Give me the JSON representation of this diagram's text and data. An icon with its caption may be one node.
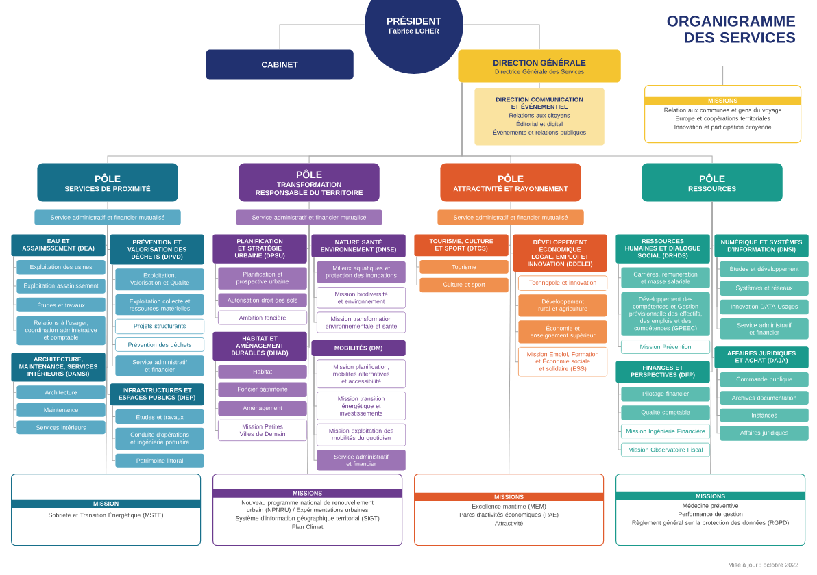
{
  "diagram": {
    "title": "ORGANIGRAMME DES SERVICES",
    "nodes": [
      {
        "text": [
          "PRÉSIDENT",
          "Fabrice LOHER"
        ]
      },
      {
        "text": [
          "CABINET"
        ]
      },
      {
        "text": [
          "DIRECTION GÉNÉRALE",
          "Directrice Générale des Services"
        ]
      },
      {
        "text": [
          "DIRECTION COMMUNICATION ET ÉVÉNEMENTIEL",
          "Relations aux citoyens",
          "Éditorial et digital",
          "Événements et relations publiques"
        ]
      },
      {
        "text": [
          "MISSIONS",
          "Relation aux communes et gens du voyage",
          "Europe et coopérations territoriales",
          "Innovation et participation citoyenne"
        ]
      },
      {
        "text": [
          "PÔLE",
          "SERVICES DE PROXIMITÉ"
        ]
      },
      {
        "text": [
          "PÔLE",
          "TRANSFORMATION RESPONSABLE DU TERRITOIRE"
        ]
      },
      {
        "text": [
          "PÔLE",
          "ATTRACTIVITÉ ET RAYONNEMENT"
        ]
      },
      {
        "text": [
          "PÔLE",
          "RESSOURCES"
        ]
      },
      {
        "text": [
          "Service administratif et financier mutualisé"
        ]
      },
      {
        "text": [
          "EAU ET ASSAINISSEMENT (DEA)"
        ]
      },
      {
        "text": [
          "Exploitation des usines"
        ]
      },
      {
        "text": [
          "Exploitation assainissement"
        ]
      },
      {
        "text": [
          "Études et travaux"
        ]
      },
      {
        "text": [
          "Relations à l'usager, coordination administrative et comptable"
        ]
      },
      {
        "text": [
          "ARCHITECTURE, MAINTENANCE, SERVICES INTÉRIEURS (DAMSI)"
        ]
      },
      {
        "text": [
          "Architecture"
        ]
      },
      {
        "text": [
          "Maintenance"
        ]
      },
      {
        "text": [
          "Services intérieurs"
        ]
      },
      {
        "text": [
          "PRÉVENTION ET VALORISATION DES DÉCHETS (DPVD)"
        ]
      },
      {
        "text": [
          "Exploitation, Valorisation et Qualité"
        ]
      },
      {
        "text": [
          "Exploitation collecte et ressources matérielles"
        ]
      },
      {
        "text": [
          "Projets structurants"
        ]
      },
      {
        "text": [
          "Prévention des déchets"
        ]
      },
      {
        "text": [
          "Service administratif et financier"
        ]
      },
      {
        "text": [
          "INFRASTRUCTURES ET ESPACES PUBLICS (DIEP)"
        ]
      },
      {
        "text": [
          "Études et travaux"
        ]
      },
      {
        "text": [
          "Conduite d'opérations et ingénierie portuaire"
        ]
      },
      {
        "text": [
          "Patrimoine littoral"
        ]
      },
      {
        "text": [
          "MISSION",
          "Sobriété et Transition Énergétique (MSTE)"
        ]
      },
      {
        "text": [
          "Service administratif et financier mutualisé"
        ]
      },
      {
        "text": [
          "PLANIFICATION ET STRATÉGIE URBAINE (DPSU)"
        ]
      },
      {
        "text": [
          "Planification et prospective urbaine"
        ]
      },
      {
        "text": [
          "Autorisation droit des sols"
        ]
      },
      {
        "text": [
          "Ambition foncière"
        ]
      },
      {
        "text": [
          "HABITAT ET AMÉNAGEMENT DURABLES (DHAD)"
        ]
      },
      {
        "text": [
          "Habitat"
        ]
      },
      {
        "text": [
          "Foncier patrimoine"
        ]
      },
      {
        "text": [
          "Aménagement"
        ]
      },
      {
        "text": [
          "Mission Petites Villes de Demain"
        ]
      },
      {
        "text": [
          "NATURE SANTÉ ENVIRONNEMENT (DNSE)"
        ]
      },
      {
        "text": [
          "Milieux aquatiques et protection des inondations"
        ]
      },
      {
        "text": [
          "Mission biodiversité et environnement"
        ]
      },
      {
        "text": [
          "Mission transformation environnementale et santé"
        ]
      },
      {
        "text": [
          "MOBILITÉS (DM)"
        ]
      },
      {
        "text": [
          "Mission planification, mobilités alternatives et accessibilité"
        ]
      },
      {
        "text": [
          "Mission transition énergétique et investissements"
        ]
      },
      {
        "text": [
          "Mission exploitation des mobilités du quotidien"
        ]
      },
      {
        "text": [
          "Service administratif et financier"
        ]
      },
      {
        "text": [
          "MISSIONS",
          "Nouveau programme national de renouvellement urbain (NPNRU) / Expérimentations urbaines",
          "Système d'information géographique territorial (SIGT)",
          "Plan Climat"
        ]
      },
      {
        "text": [
          "Service administratif et financier mutualisé"
        ]
      },
      {
        "text": [
          "TOURISME, CULTURE ET SPORT (DTCS)"
        ]
      },
      {
        "text": [
          "Tourisme"
        ]
      },
      {
        "text": [
          "Culture et sport"
        ]
      },
      {
        "text": [
          "DÉVELOPPEMENT ÉCONOMIQUE LOCAL, EMPLOI ET INNOVATION (DDELEI)"
        ]
      },
      {
        "text": [
          "Technopole et innovation"
        ]
      },
      {
        "text": [
          "Développement rural et agriculture"
        ]
      },
      {
        "text": [
          "Économie et enseignement supérieur"
        ]
      },
      {
        "text": [
          "Mission Emploi, Formation et Économie sociale et solidaire (ESS)"
        ]
      },
      {
        "text": [
          "MISSIONS",
          "Excellence maritime (MEM)",
          "Parcs d'activités économiques (PAE)",
          "Attractivité"
        ]
      },
      {
        "text": [
          "RESSOURCES HUMAINES ET DIALOGUE SOCIAL (DRHDS)"
        ]
      },
      {
        "text": [
          "Carrières, rémunération et masse salariale"
        ]
      },
      {
        "text": [
          "Développement des compétences et Gestion prévisionnelle des effectifs, des emplois et des compétences (GPEEC)"
        ]
      },
      {
        "text": [
          "Mission Prévention"
        ]
      },
      {
        "text": [
          "FINANCES ET PERSPECTIVES (DFP)"
        ]
      },
      {
        "text": [
          "Pilotage financier"
        ]
      },
      {
        "text": [
          "Qualité comptable"
        ]
      },
      {
        "text": [
          "Mission Ingénierie Financière"
        ]
      },
      {
        "text": [
          "Mission Observatoire Fiscal"
        ]
      },
      {
        "text": [
          "NUMÉRIQUE ET SYSTÈMES D'INFORMATION (DNSI)"
        ]
      },
      {
        "text": [
          "Études et développement"
        ]
      },
      {
        "text": [
          "Systèmes et réseaux"
        ]
      },
      {
        "text": [
          "Innovation DATA Usages"
        ]
      },
      {
        "text": [
          "Service administratif et financier"
        ]
      },
      {
        "text": [
          "AFFAIRES JURIDIQUES ET ACHAT (DAJA)"
        ]
      },
      {
        "text": [
          "Commande publique"
        ]
      },
      {
        "text": [
          "Archives documentation"
        ]
      },
      {
        "text": [
          "Instances"
        ]
      },
      {
        "text": [
          "Affaires juridiques"
        ]
      },
      {
        "text": [
          "MISSIONS",
          "Médecine préventive",
          "Performance de gestion",
          "Règlement général sur la protection des données (RGPD)"
        ]
      }
    ],
    "edges": [
      {
        "from": 0,
        "to": 1,
        "arrow": "none"
      },
      {
        "from": 0,
        "to": 2,
        "arrow": "none"
      },
      {
        "from": 2,
        "to": 3,
        "arrow": "none"
      },
      {
        "from": 2,
        "to": 4,
        "arrow": "none"
      },
      {
        "from": 2,
        "to": 5,
        "arrow": "none"
      },
      {
        "from": 2,
        "to": 6,
        "arrow": "none"
      },
      {
        "from": 2,
        "to": 7,
        "arrow": "none"
      },
      {
        "from": 2,
        "to": 8,
        "arrow": "none"
      },
      {
        "from": 5,
        "to": 9,
        "arrow": "none"
      },
      {
        "from": 9,
        "to": 10,
        "arrow": "none"
      },
      {
        "from": 10,
        "to": 11,
        "arrow": "none"
      },
      {
        "from": 10,
        "to": 12,
        "arrow": "none"
      },
      {
        "from": 10,
        "to": 13,
        "arrow": "none"
      },
      {
        "from": 10,
        "to": 14,
        "arrow": "none"
      },
      {
        "from": 9,
        "to": 15,
        "arrow": "none"
      },
      {
        "from": 15,
        "to": 16,
        "arrow": "none"
      },
      {
        "from": 15,
        "to": 17,
        "arrow": "none"
      },
      {
        "from": 15,
        "to": 18,
        "arrow": "none"
      },
      {
        "from": 9,
        "to": 19,
        "arrow": "none"
      },
      {
        "from": 19,
        "to": 20,
        "arrow": "none"
      },
      {
        "from": 19,
        "to": 21,
        "arrow": "none"
      },
      {
        "from": 19,
        "to": 22,
        "arrow": "none"
      },
      {
        "from": 19,
        "to": 23,
        "arrow": "none"
      },
      {
        "from": 19,
        "to": 24,
        "arrow": "none"
      },
      {
        "from": 9,
        "to": 25,
        "arrow": "none"
      },
      {
        "from": 25,
        "to": 26,
        "arrow": "none"
      },
      {
        "from": 25,
        "to": 27,
        "arrow": "none"
      },
      {
        "from": 25,
        "to": 28,
        "arrow": "none"
      },
      {
        "from": 9,
        "to": 29,
        "arrow": "none"
      },
      {
        "from": 6,
        "to": 30,
        "arrow": "none"
      },
      {
        "from": 30,
        "to": 31,
        "arrow": "none"
      },
      {
        "from": 31,
        "to": 32,
        "arrow": "none"
      },
      {
        "from": 31,
        "to": 33,
        "arrow": "none"
      },
      {
        "from": 31,
        "to": 34,
        "arrow": "none"
      },
      {
        "from": 30,
        "to": 35,
        "arrow": "none"
      },
      {
        "from": 35,
        "to": 36,
        "arrow": "none"
      },
      {
        "from": 35,
        "to": 37,
        "arrow": "none"
      },
      {
        "from": 35,
        "to": 38,
        "arrow": "none"
      },
      {
        "from": 35,
        "to": 39,
        "arrow": "none"
      },
      {
        "from": 30,
        "to": 40,
        "arrow": "none"
      },
      {
        "from": 40,
        "to": 41,
        "arrow": "none"
      },
      {
        "from": 40,
        "to": 42,
        "arrow": "none"
      },
      {
        "from": 40,
        "to": 43,
        "arrow": "none"
      },
      {
        "from": 30,
        "to": 44,
        "arrow": "none"
      },
      {
        "from": 44,
        "to": 45,
        "arrow": "none"
      },
      {
        "from": 44,
        "to": 46,
        "arrow": "none"
      },
      {
        "from": 44,
        "to": 47,
        "arrow": "none"
      },
      {
        "from": 44,
        "to": 48,
        "arrow": "none"
      },
      {
        "from": 30,
        "to": 49,
        "arrow": "none"
      },
      {
        "from": 7,
        "to": 50,
        "arrow": "none"
      },
      {
        "from": 50,
        "to": 51,
        "arrow": "none"
      },
      {
        "from": 51,
        "to": 52,
        "arrow": "none"
      },
      {
        "from": 51,
        "to": 53,
        "arrow": "none"
      },
      {
        "from": 50,
        "to": 54,
        "arrow": "none"
      },
      {
        "from": 54,
        "to": 55,
        "arrow": "none"
      },
      {
        "from": 54,
        "to": 56,
        "arrow": "none"
      },
      {
        "from": 54,
        "to": 57,
        "arrow": "none"
      },
      {
        "from": 54,
        "to": 58,
        "arrow": "none"
      },
      {
        "from": 50,
        "to": 59,
        "arrow": "none"
      },
      {
        "from": 8,
        "to": 60,
        "arrow": "none"
      },
      {
        "from": 60,
        "to": 61,
        "arrow": "none"
      },
      {
        "from": 60,
        "to": 62,
        "arrow": "none"
      },
      {
        "from": 60,
        "to": 63,
        "arrow": "none"
      },
      {
        "from": 8,
        "to": 64,
        "arrow": "none"
      },
      {
        "from": 64,
        "to": 65,
        "arrow": "none"
      },
      {
        "from": 64,
        "to": 66,
        "arrow": "none"
      },
      {
        "from": 64,
        "to": 67,
        "arrow": "none"
      },
      {
        "from": 64,
        "to": 68,
        "arrow": "none"
      },
      {
        "from": 8,
        "to": 69,
        "arrow": "none"
      },
      {
        "from": 69,
        "to": 70,
        "arrow": "none"
      },
      {
        "from": 69,
        "to": 71,
        "arrow": "none"
      },
      {
        "from": 69,
        "to": 72,
        "arrow": "none"
      },
      {
        "from": 69,
        "to": 73,
        "arrow": "none"
      },
      {
        "from": 8,
        "to": 74,
        "arrow": "none"
      },
      {
        "from": 74,
        "to": 75,
        "arrow": "none"
      },
      {
        "from": 74,
        "to": 76,
        "arrow": "none"
      },
      {
        "from": 74,
        "to": 77,
        "arrow": "none"
      },
      {
        "from": 74,
        "to": 78,
        "arrow": "none"
      },
      {
        "from": 8,
        "to": 79,
        "arrow": "none"
      }
    ],
    "labels": [
      "Mise à jour : octobre 2022"
    ]
  }
}
